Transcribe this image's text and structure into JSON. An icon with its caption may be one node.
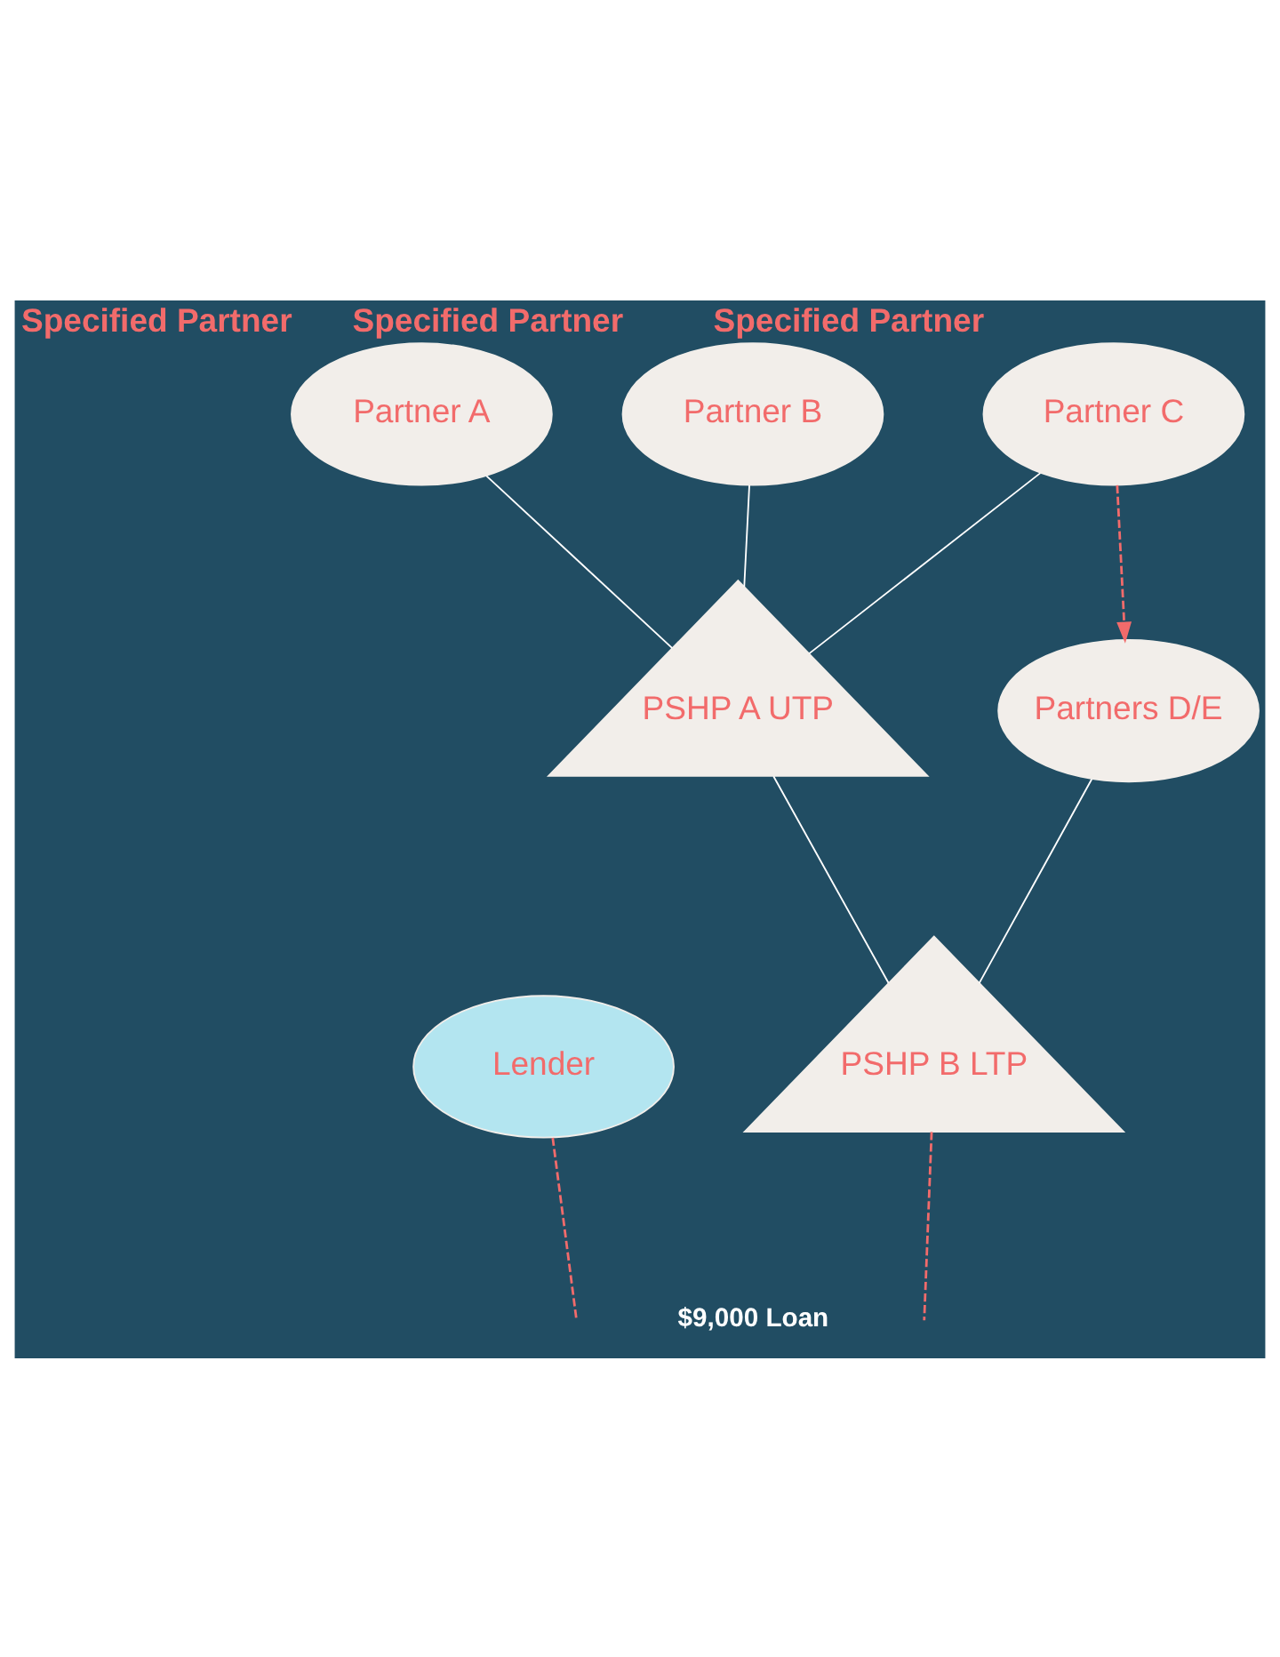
{
  "diagram": {
    "nodes": [
      {
        "text": [
          "Partner A"
        ],
        "beside": [
          "Specified Partner"
        ]
      },
      {
        "text": [
          "Partner B"
        ],
        "beside": [
          "Specified Partner"
        ]
      },
      {
        "text": [
          "Partner C"
        ],
        "beside": [
          "Specified Partner"
        ]
      },
      {
        "text": [
          "PSHP A UTP"
        ]
      },
      {
        "text": [
          "Partners D/E"
        ]
      },
      {
        "text": [
          "PSHP B LTP"
        ]
      },
      {
        "text": [
          "Lender"
        ]
      }
    ],
    "edges": [
      {
        "from": 0,
        "to": 3,
        "arrow": "none"
      },
      {
        "from": 1,
        "to": 3,
        "arrow": "none"
      },
      {
        "from": 2,
        "to": 3,
        "arrow": "none"
      },
      {
        "from": 2,
        "to": 4,
        "arrow": "to",
        "style": "dashed",
        "color": "#f26b6b"
      },
      {
        "from": 3,
        "to": 5,
        "arrow": "none"
      },
      {
        "from": 4,
        "to": 5,
        "arrow": "none"
      },
      {
        "from": 6,
        "to": null,
        "arrow": "none",
        "style": "dashed",
        "color": "#f26b6b"
      },
      {
        "from": 5,
        "to": null,
        "arrow": "none",
        "style": "dashed",
        "color": "#f26b6b"
      }
    ],
    "labels": [
      "$9,000 Loan"
    ]
  }
}
